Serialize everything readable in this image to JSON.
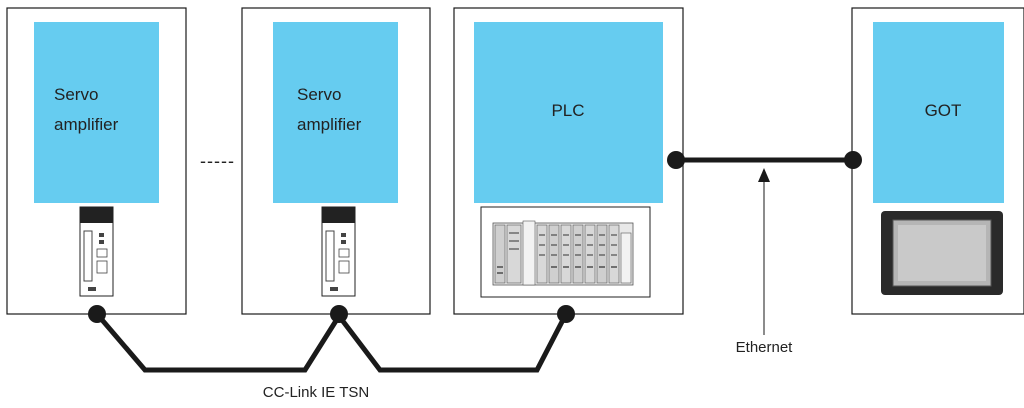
{
  "devices": [
    {
      "id": "servo1",
      "label_line1": "Servo",
      "label_line2": "amplifier"
    },
    {
      "id": "servo2",
      "label_line1": "Servo",
      "label_line2": "amplifier"
    },
    {
      "id": "plc",
      "label_line1": "PLC",
      "label_line2": ""
    },
    {
      "id": "got",
      "label_line1": "GOT",
      "label_line2": ""
    }
  ],
  "ellipsis": "-----",
  "networks": {
    "cclink": "CC-Link IE TSN",
    "ethernet": "Ethernet"
  },
  "colors": {
    "panel": "#66CCF0",
    "frame": "#1a1a1a",
    "cable": "#1a1a1a"
  }
}
